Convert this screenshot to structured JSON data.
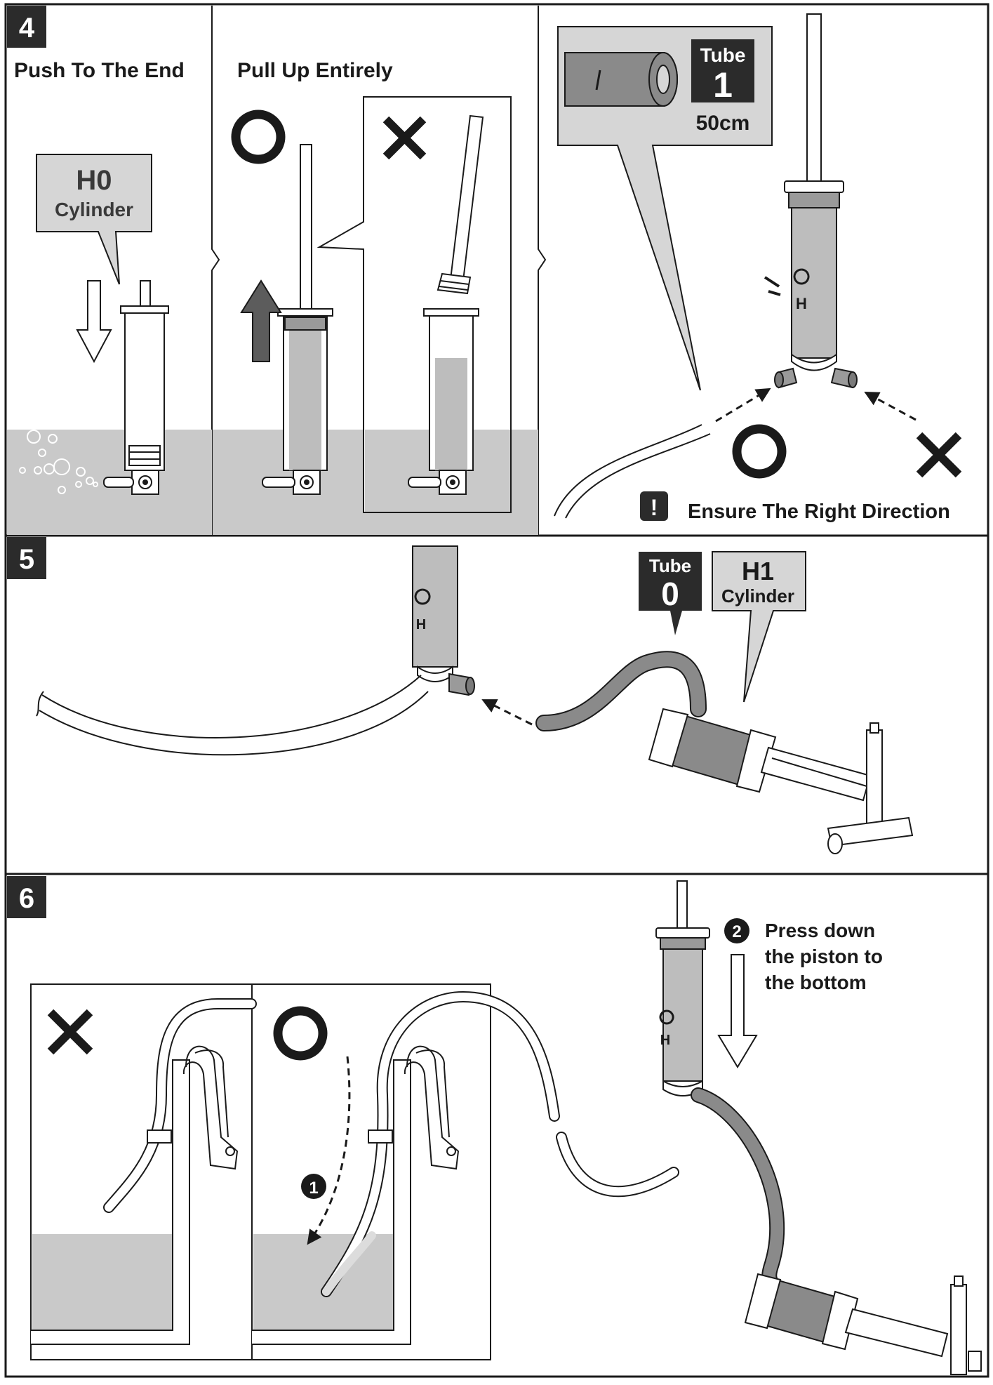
{
  "colors": {
    "ink": "#1a1a1a",
    "water": "#c9c9c9",
    "panel_gray": "#dcdcdc",
    "tube_fill": "#bdbdbd",
    "dark_tube": "#8a8a8a",
    "arrow_dark": "#5c5c5c",
    "badge_bg": "#2b2b2b",
    "callout_bg": "#d6d6d6",
    "white": "#ffffff"
  },
  "steps": {
    "step4": {
      "number": "4",
      "push_label": "Push To The End",
      "pull_label": "Pull Up Entirely",
      "h0_callout": {
        "line1": "H0",
        "line2": "Cylinder"
      },
      "tube1_callout": {
        "badge_top": "Tube",
        "badge_num": "1",
        "length": "50cm"
      },
      "warning": {
        "mark": "!",
        "text": "Ensure The Right Direction"
      }
    },
    "step5": {
      "number": "5",
      "tube0_badge": {
        "top": "Tube",
        "num": "0"
      },
      "h1_callout": {
        "line1": "H1",
        "line2": "Cylinder"
      }
    },
    "step6": {
      "number": "6",
      "step1_marker": "1",
      "step2_marker": "2",
      "instruction": {
        "line1": "Press down",
        "line2": "the piston to",
        "line3": "the bottom"
      }
    }
  }
}
